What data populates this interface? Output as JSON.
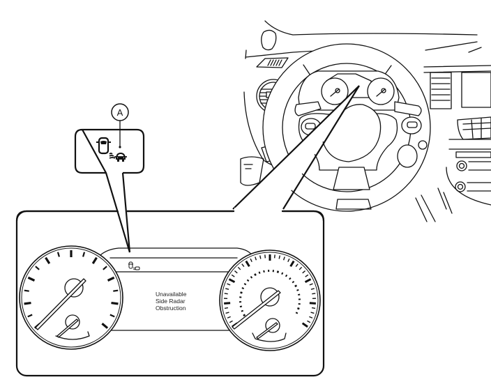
{
  "figure": {
    "type": "instrument-cluster-illustration",
    "callout": {
      "label": "A",
      "icon": "side-radar-obstruction-icon",
      "points_to": "display-warning-icon"
    },
    "display": {
      "message_lines": [
        "Unavailable",
        "Side Radar",
        "Obstruction"
      ],
      "icon": "side-radar-obstruction-icon"
    },
    "gauges": [
      {
        "name": "left-gauge",
        "subgauge": "lower-subgauge"
      },
      {
        "name": "right-gauge",
        "subgauge": "lower-subgauge"
      }
    ],
    "background_scene": "steering-wheel-and-dashboard",
    "colors": {
      "line": "#111111",
      "background": "#ffffff"
    }
  }
}
